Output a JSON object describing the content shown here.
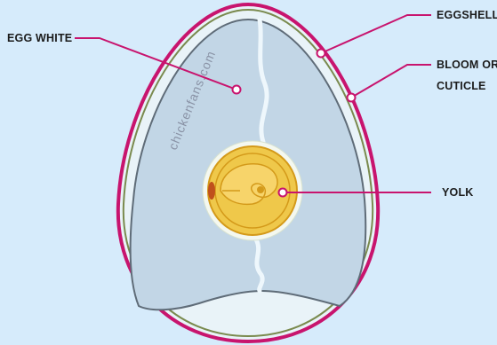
{
  "labels": {
    "egg_white": "EGG WHITE",
    "eggshell": "EGGSHELL",
    "bloom_line1": "BLOOM OR",
    "bloom_line2": "CUTICLE",
    "yolk": "YOLK"
  },
  "watermark": "chickenfans.com",
  "colors": {
    "background": "#d6ebfb",
    "shell_outline": "#c8146e",
    "shell_fill": "#e9f3f8",
    "membrane": "#7a8a4e",
    "albumen": "#c2d6e6",
    "yolk": "#efc84a",
    "yolk_ring": "#d49a1a",
    "blastoderm": "#c0501c",
    "leader": "#c8146e"
  }
}
